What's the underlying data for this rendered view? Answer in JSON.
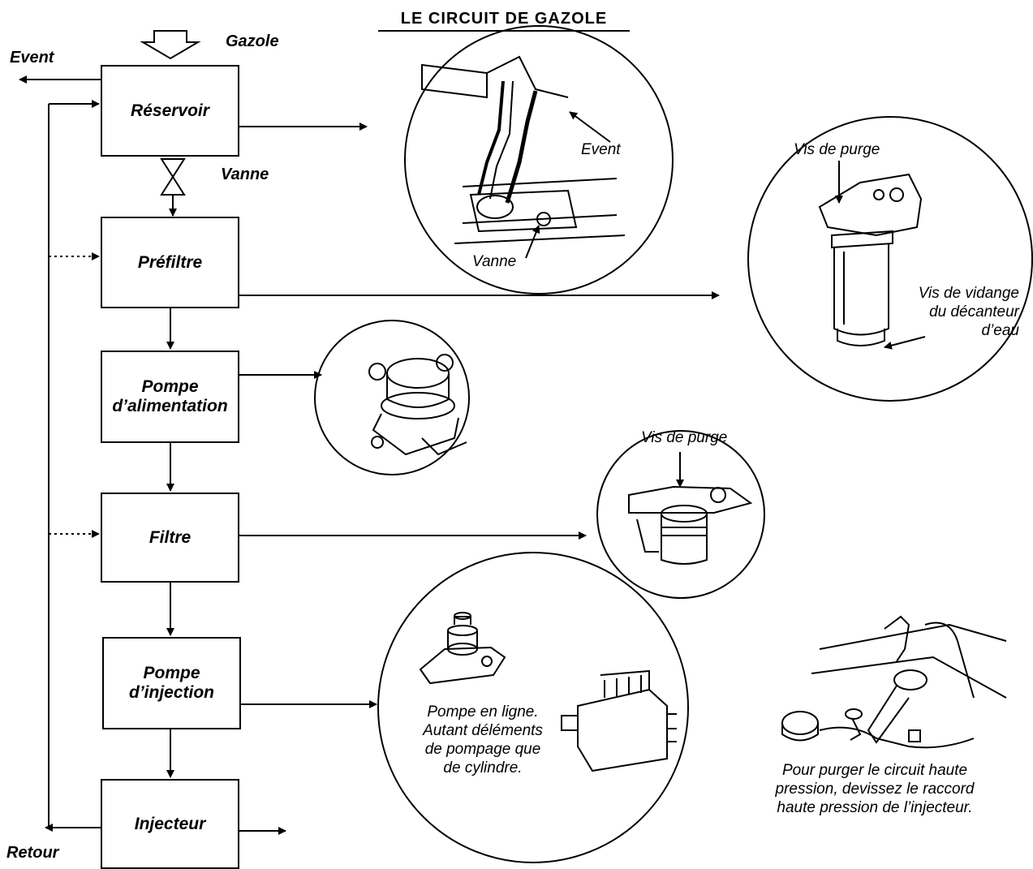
{
  "title": "LE  CIRCUIT DE  GAZOLE",
  "labels": {
    "gazole": "Gazole",
    "event": "Event",
    "vanne": "Vanne",
    "retour": "Retour"
  },
  "boxes": {
    "reservoir": "Réservoir",
    "prefiltre": "Préfiltre",
    "pompe_alim_1": "Pompe",
    "pompe_alim_2": "d’alimentation",
    "filtre": "Filtre",
    "pompe_inj_1": "Pompe",
    "pompe_inj_2": "d’injection",
    "injecteur": "Injecteur"
  },
  "details": {
    "reservoir": {
      "event": "Event",
      "vanne": "Vanne"
    },
    "prefiltre": {
      "vis_purge": "Vis de purge",
      "vidange_1": "Vis de vidange",
      "vidange_2": "du décanteur",
      "vidange_3": "d’eau"
    },
    "filtre": {
      "vis_purge": "Vis de purge"
    },
    "pompe_injection": {
      "cap_1": "Pompe en ligne.",
      "cap_2": "Autant déléments",
      "cap_3": "de pompage que",
      "cap_4": "de cylindre."
    },
    "injecteur": {
      "cap_1": "Pour purger le circuit haute",
      "cap_2": "pression, devissez le raccord",
      "cap_3": "haute pression de l’injecteur."
    }
  }
}
